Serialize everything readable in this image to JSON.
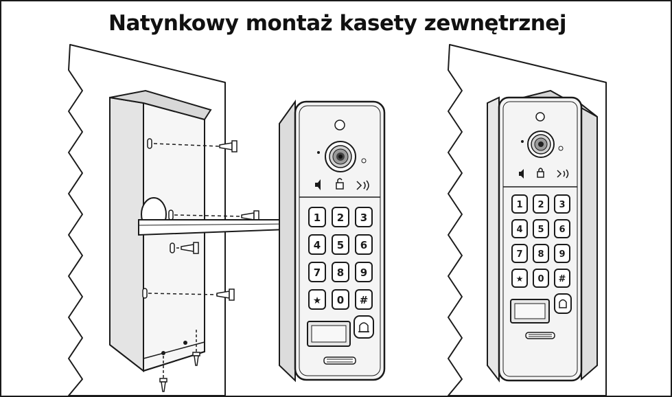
{
  "title": "Natynkowy montaż kasety zewnętrznej",
  "keypad": {
    "keys": [
      "1",
      "2",
      "3",
      "4",
      "5",
      "6",
      "7",
      "8",
      "9",
      "★",
      "0",
      "#"
    ]
  },
  "colors": {
    "stroke": "#1a1a1a",
    "panel_fill": "#f4f4f4",
    "housing_fill": "#ececec",
    "shade": "#d6d6d6",
    "dark": "#555555"
  },
  "icons": [
    "speaker-icon",
    "lock-icon",
    "wireless-icon",
    "bell-icon",
    "camera-icon"
  ]
}
